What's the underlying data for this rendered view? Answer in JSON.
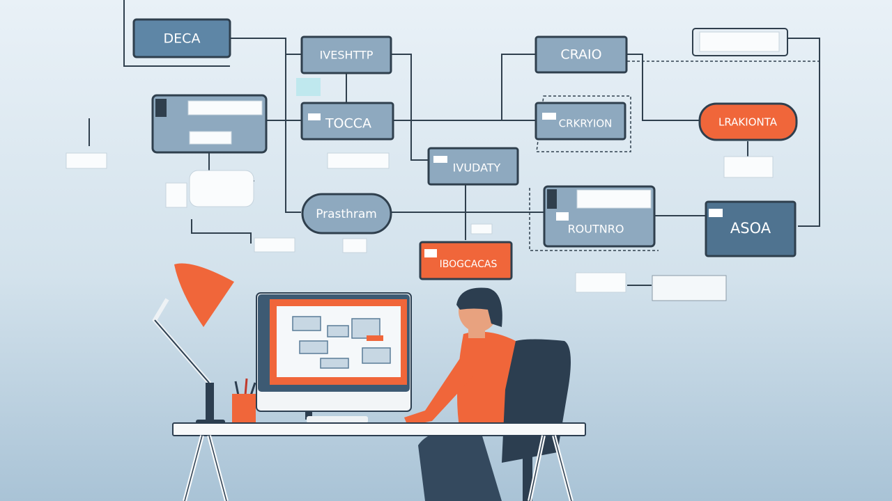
{
  "diagram": {
    "nodes": [
      {
        "id": "deca",
        "label": "DECA"
      },
      {
        "id": "iveshttp",
        "label": "IVESHTTP"
      },
      {
        "id": "tocca",
        "label": "TOCCA"
      },
      {
        "id": "crao",
        "label": "CRAIO"
      },
      {
        "id": "crkryion",
        "label": "CRKRYION"
      },
      {
        "id": "lrakionta",
        "label": "LRAKIONTA"
      },
      {
        "id": "ivudaty",
        "label": "IVUDATY"
      },
      {
        "id": "prasthram",
        "label": "Prasthram"
      },
      {
        "id": "routnro",
        "label": "ROUTNRO"
      },
      {
        "id": "asoa",
        "label": "ASOA"
      },
      {
        "id": "ibogcacas",
        "label": "IBOGCACAS"
      }
    ],
    "colors": {
      "node": "#8ea9bf",
      "dark_node": "#4f7390",
      "accent": "#f0663a",
      "line": "#2f3f4d"
    }
  },
  "scene": {
    "elements": [
      "desk-lamp",
      "monitor",
      "pencil-cup",
      "person",
      "office-chair",
      "desk"
    ]
  }
}
